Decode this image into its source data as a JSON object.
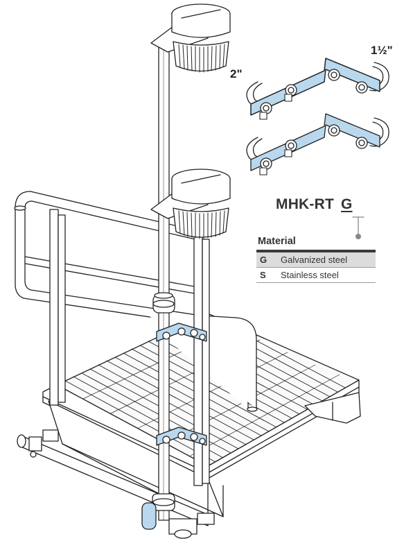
{
  "dimensions": {
    "small_pipe": "2\"",
    "large_pipe": "1½\""
  },
  "model": {
    "prefix": "MHK-RT",
    "code": "G"
  },
  "options": {
    "title": "Material",
    "rows": [
      {
        "code": "G",
        "label": "Galvanized steel"
      },
      {
        "code": "S",
        "label": "Stainless steel"
      }
    ]
  },
  "colors": {
    "bracket_fill": "#b9d8ee",
    "line": "#222222",
    "selected_row": "#dcdcdc"
  }
}
